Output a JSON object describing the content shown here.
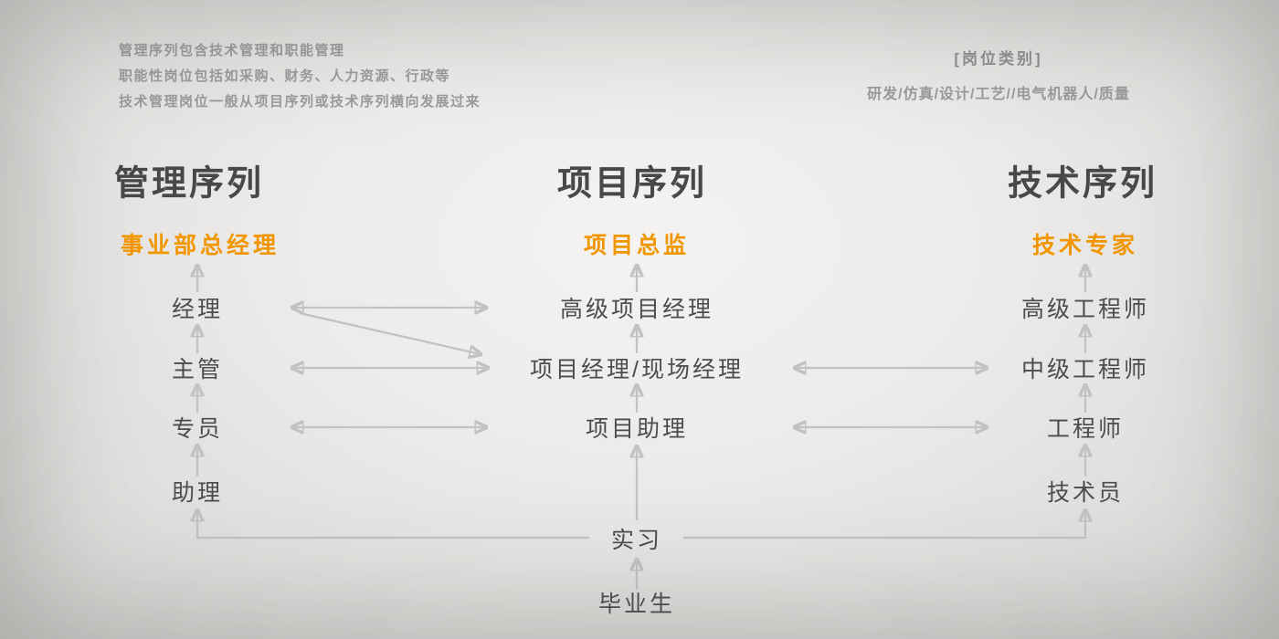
{
  "notes": {
    "lines": [
      "管理序列包含技术管理和职能管理",
      "职能性岗位包括如采购、财务、人力资源、行政等",
      "技术管理岗位一般从项目序列或技术序列横向发展过来"
    ]
  },
  "category": {
    "title": "[岗位类别]",
    "items": "研发/仿真/设计/工艺//电气机器人/质量"
  },
  "columns": {
    "management": {
      "header": "管理序列",
      "top": "事业部总经理",
      "levels": [
        "经理",
        "主管",
        "专员",
        "助理"
      ]
    },
    "project": {
      "header": "项目序列",
      "top": "项目总监",
      "levels": [
        "高级项目经理",
        "项目经理/现场经理",
        "项目助理",
        "实习",
        "毕业生"
      ]
    },
    "technical": {
      "header": "技术序列",
      "top": "技术专家",
      "levels": [
        "高级工程师",
        "中级工程师",
        "工程师",
        "技术员"
      ]
    }
  },
  "colors": {
    "accent_orange": "#f29600",
    "arrow_gray": "#c2c2c2",
    "text_dark": "#4c4c4c",
    "text_note": "#9b9b9b"
  }
}
